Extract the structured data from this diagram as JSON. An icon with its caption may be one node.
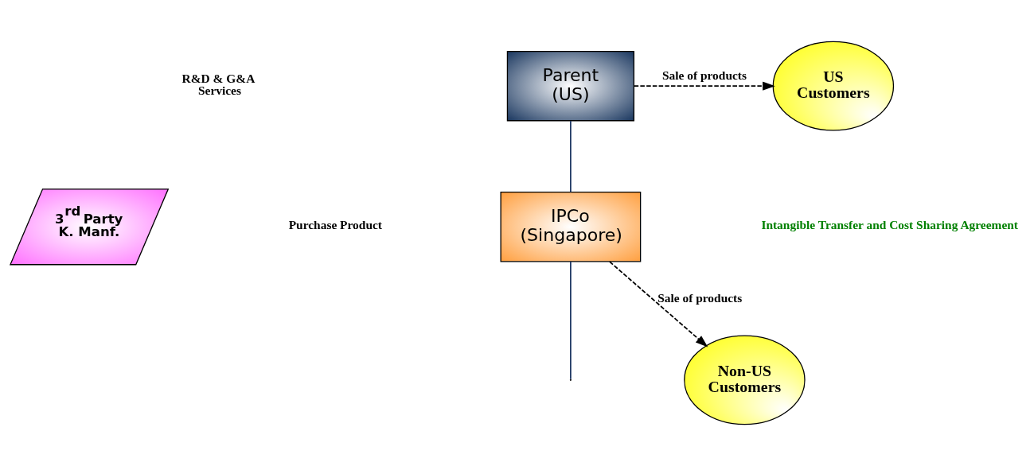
{
  "diagram": {
    "nodes": [
      {
        "text": [
          "Parent (US)"
        ]
      },
      {
        "text": [
          "US Customers"
        ]
      },
      {
        "text": [
          "3$^{rd}$ Party K. Manf."
        ]
      },
      {
        "text": [
          "IPCo (Singapore)"
        ]
      },
      {
        "text": [
          "Non-US Customers"
        ]
      }
    ],
    "edges": [
      {
        "from": 0,
        "to": 1,
        "arrow": "to",
        "style": "dashed",
        "label": "Sale of products"
      },
      {
        "from": 0,
        "to": 3,
        "arrow": "none",
        "color": "#1f3864"
      },
      {
        "from": 3,
        "to": null,
        "arrow": "none",
        "color": "#1f3864"
      },
      {
        "from": 3,
        "to": 4,
        "arrow": "to",
        "style": "dashed",
        "label": "Sale of products"
      }
    ],
    "labels": [
      "R&D & G&A Services",
      "Purchase Product",
      "Intangible Transfer and Cost Sharing Agreement"
    ]
  }
}
